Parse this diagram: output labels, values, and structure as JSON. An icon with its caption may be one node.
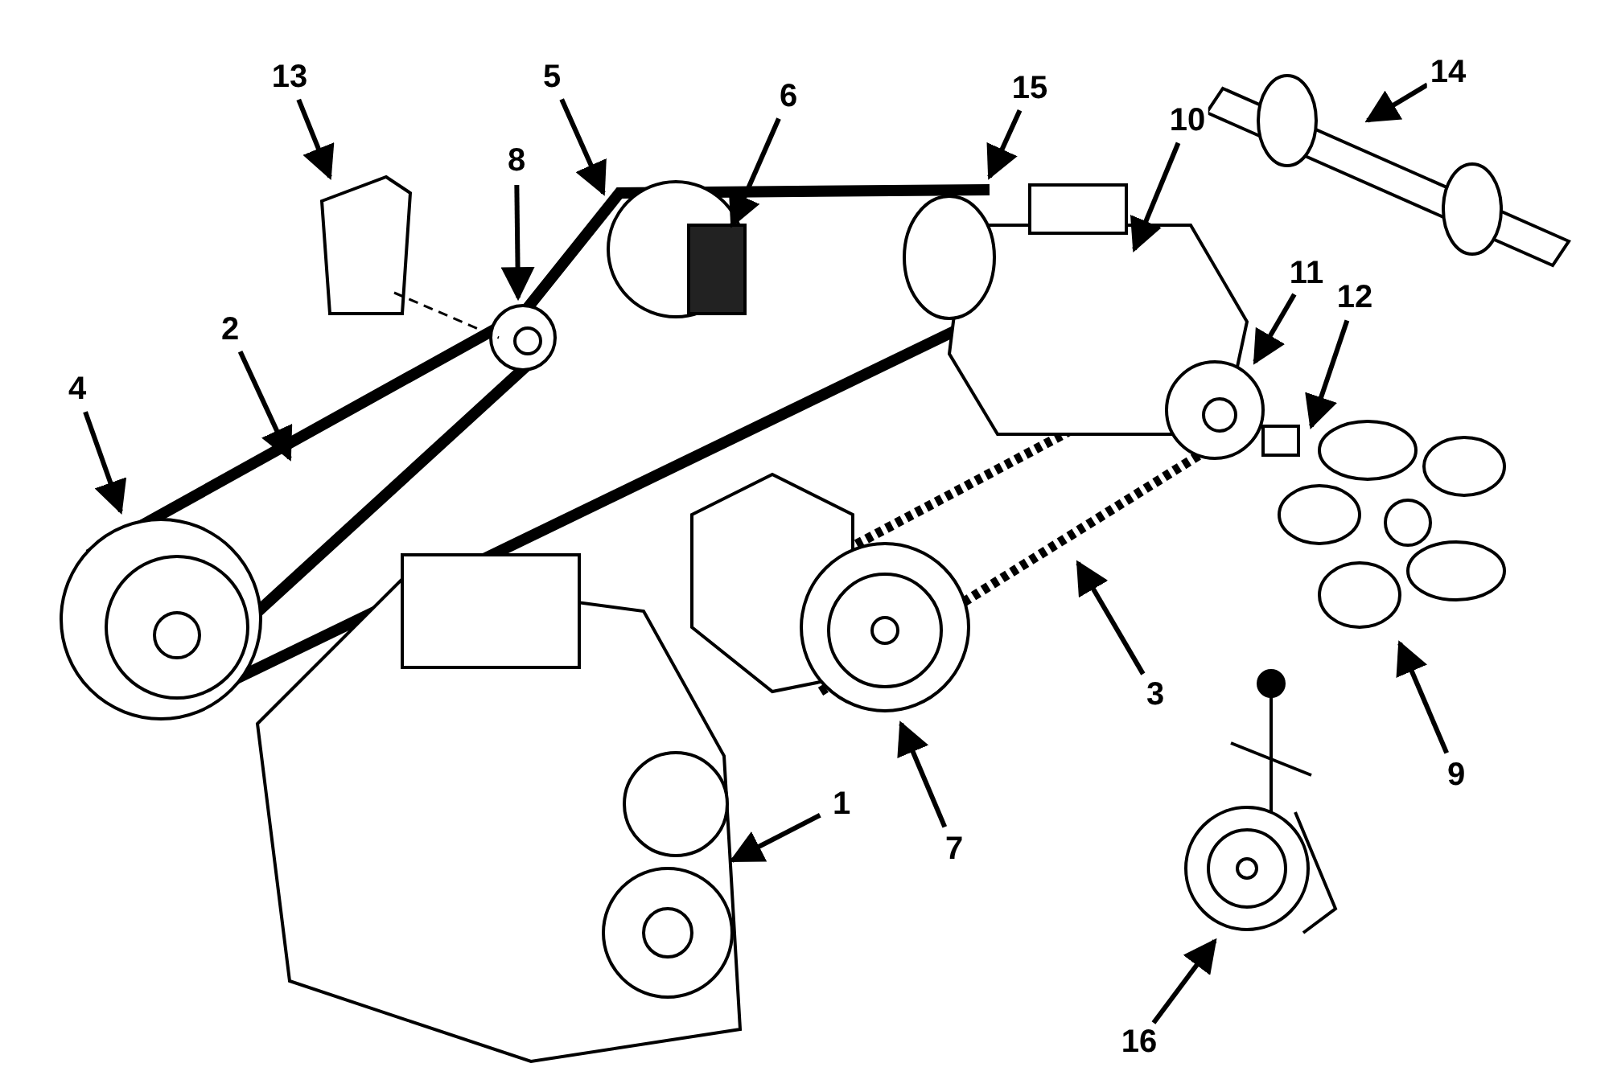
{
  "diagram": {
    "nodes": [
      {
        "text": [
          "14"
        ]
      },
      {
        "text": [
          "13"
        ]
      },
      {
        "text": [
          "5"
        ]
      },
      {
        "text": [
          "15"
        ]
      },
      {
        "text": [
          "6"
        ]
      },
      {
        "text": [
          "10"
        ]
      },
      {
        "text": [
          "8"
        ]
      },
      {
        "text": [
          "11"
        ]
      },
      {
        "text": [
          "12"
        ]
      },
      {
        "text": [
          "2"
        ]
      },
      {
        "text": [
          "4"
        ]
      },
      {
        "text": [
          "3"
        ]
      },
      {
        "text": [
          "9"
        ]
      },
      {
        "text": [
          "1"
        ]
      },
      {
        "text": [
          "7"
        ]
      },
      {
        "text": [
          "16"
        ]
      }
    ],
    "edges": [
      {
        "from": 0,
        "to": null,
        "arrow": "to"
      },
      {
        "from": 1,
        "to": null,
        "arrow": "to"
      },
      {
        "from": 2,
        "to": null,
        "arrow": "to"
      },
      {
        "from": 3,
        "to": null,
        "arrow": "to"
      },
      {
        "from": 4,
        "to": null,
        "arrow": "to"
      },
      {
        "from": 5,
        "to": null,
        "arrow": "to"
      },
      {
        "from": 6,
        "to": null,
        "arrow": "to"
      },
      {
        "from": 7,
        "to": null,
        "arrow": "to"
      },
      {
        "from": 8,
        "to": null,
        "arrow": "to"
      },
      {
        "from": 9,
        "to": null,
        "arrow": "to"
      },
      {
        "from": 10,
        "to": null,
        "arrow": "to"
      },
      {
        "from": 11,
        "to": null,
        "arrow": "to"
      },
      {
        "from": 12,
        "to": null,
        "arrow": "to"
      },
      {
        "from": 13,
        "to": null,
        "arrow": "to"
      },
      {
        "from": 14,
        "to": null,
        "arrow": "to"
      },
      {
        "from": 15,
        "to": null,
        "arrow": "to"
      }
    ]
  }
}
